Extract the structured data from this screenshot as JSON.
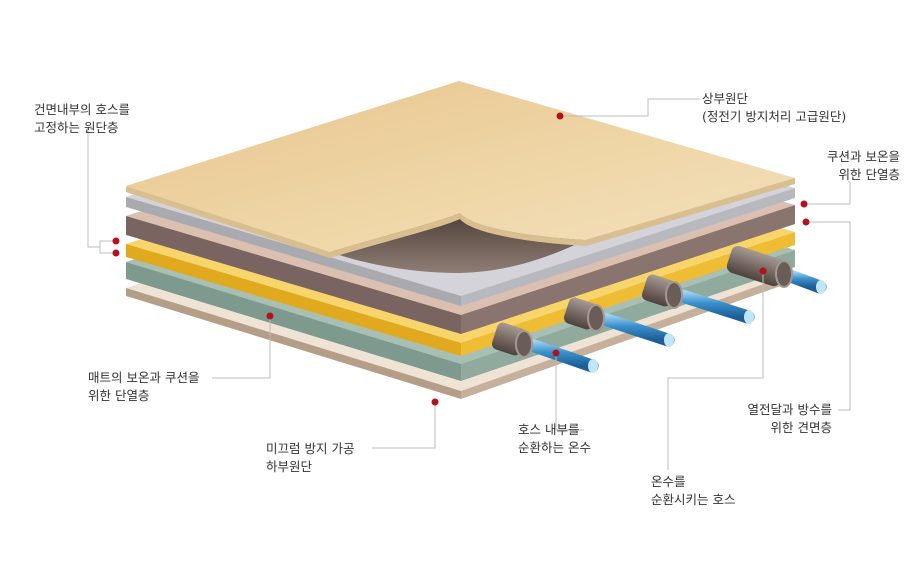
{
  "colors": {
    "top_sheet": "#efd7a8",
    "dot": "#b3121c",
    "leader": "#bdbdbd",
    "hose_cap": "#7d6f6a",
    "pipe": "#2f86c4"
  },
  "labels": {
    "top_fabric": {
      "line1": "상부원단",
      "line2": "(정전기 방지처리 고급원단)"
    },
    "cushion_top": {
      "line1": "쿠션과 보온을",
      "line2": "위한 단열층"
    },
    "fixing_layer": {
      "line1": "건면내부의 호스를",
      "line2": "고정하는 원단층"
    },
    "mat_insulation": {
      "line1": "매트의 보온과 쿠션을",
      "line2": "위한 단열층"
    },
    "anti_slip": {
      "line1": "미끄럼 방지 가공",
      "line2": "하부원단"
    },
    "hose_inside": {
      "line1": "호스 내부를",
      "line2": "순환하는 온수"
    },
    "hot_water_hose": {
      "line1": "온수를",
      "line2": "순환시키는 호스"
    },
    "heat_waterproof": {
      "line1": "열전달과 방수를",
      "line2": "위한 견면층"
    }
  }
}
